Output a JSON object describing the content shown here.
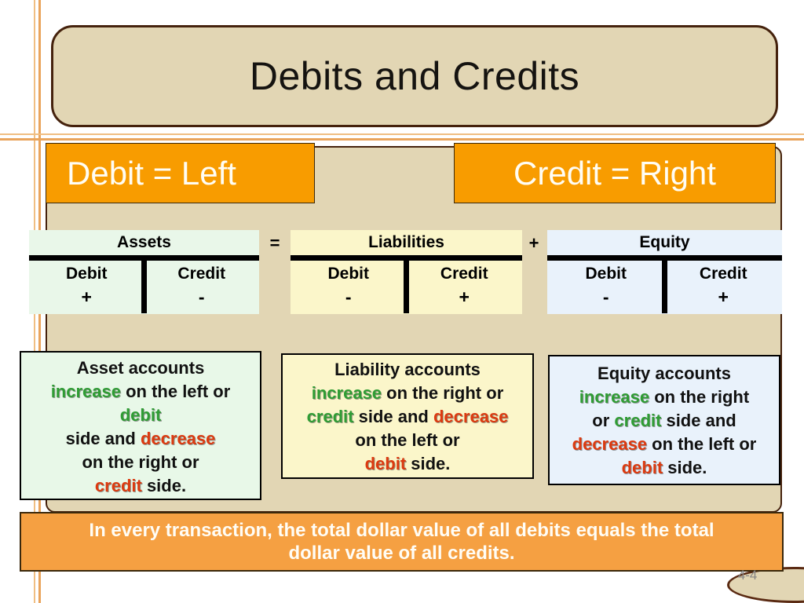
{
  "title": "Debits and Credits",
  "banner_left": "Debit = Left",
  "banner_right": "Credit = Right",
  "operators": {
    "equals": "=",
    "plus": "+"
  },
  "t_accounts": [
    {
      "name": "Assets",
      "columns": [
        "Debit",
        "Credit"
      ],
      "signs": [
        "+",
        "-"
      ],
      "bg": "#E9F7E9"
    },
    {
      "name": "Liabilities",
      "columns": [
        "Debit",
        "Credit"
      ],
      "signs": [
        "-",
        "+"
      ],
      "bg": "#FBF6CA"
    },
    {
      "name": "Equity",
      "columns": [
        "Debit",
        "Credit"
      ],
      "signs": [
        "-",
        "+"
      ],
      "bg": "#E9F2FB"
    }
  ],
  "explanations": [
    {
      "account": "asset",
      "bg": "#E8F8E8",
      "lines": [
        [
          {
            "t": "Asset accounts",
            "c": "k"
          }
        ],
        [
          {
            "t": "increase",
            "c": "g"
          },
          {
            "t": " on the left or",
            "c": "k"
          }
        ],
        [
          {
            "t": "debit",
            "c": "g"
          }
        ],
        [
          {
            "t": "side and ",
            "c": "k"
          },
          {
            "t": "decrease",
            "c": "r"
          }
        ],
        [
          {
            "t": "on the right or",
            "c": "k"
          }
        ],
        [
          {
            "t": "credit",
            "c": "r"
          },
          {
            "t": " side.",
            "c": "k"
          }
        ]
      ]
    },
    {
      "account": "liability",
      "bg": "#FBF6CA",
      "lines": [
        [
          {
            "t": "Liability accounts",
            "c": "k"
          }
        ],
        [
          {
            "t": "increase",
            "c": "g"
          },
          {
            "t": " on the right or",
            "c": "k"
          }
        ],
        [
          {
            "t": "credit",
            "c": "g"
          },
          {
            "t": " side and ",
            "c": "k"
          },
          {
            "t": "decrease",
            "c": "r"
          }
        ],
        [
          {
            "t": "on the left or",
            "c": "k"
          }
        ],
        [
          {
            "t": "debit",
            "c": "r"
          },
          {
            "t": " side.",
            "c": "k"
          }
        ]
      ]
    },
    {
      "account": "equity",
      "bg": "#E9F2FB",
      "lines": [
        [
          {
            "t": "Equity accounts",
            "c": "k"
          }
        ],
        [
          {
            "t": "increase",
            "c": "g"
          },
          {
            "t": " on the right",
            "c": "k"
          }
        ],
        [
          {
            "t": "or ",
            "c": "k"
          },
          {
            "t": "credit",
            "c": "g"
          },
          {
            "t": " side and",
            "c": "k"
          }
        ],
        [
          {
            "t": "decrease",
            "c": "r"
          },
          {
            "t": " on the left or",
            "c": "k"
          }
        ],
        [
          {
            "t": "debit",
            "c": "r"
          },
          {
            "t": " side.",
            "c": "k"
          }
        ]
      ]
    }
  ],
  "footer": {
    "line1": "In every transaction, the total dollar value of all debits equals the total",
    "line2": "dollar value of all credits."
  },
  "page_number": "4-4",
  "colors": {
    "banner_orange": "#F89C00",
    "footer_orange": "#F5A042",
    "tan_fill": "#E2D6B4",
    "dark_brown_border": "#45220D",
    "banner_border": "#3A280C",
    "ellipse_border": "#5A2A12",
    "deco_line_light": "#F0BE82",
    "deco_line": "#E9A45C",
    "text_black": "#111111",
    "text_green": "#2F9C34",
    "text_red": "#DC3A10",
    "page_num_gray": "#858585"
  }
}
